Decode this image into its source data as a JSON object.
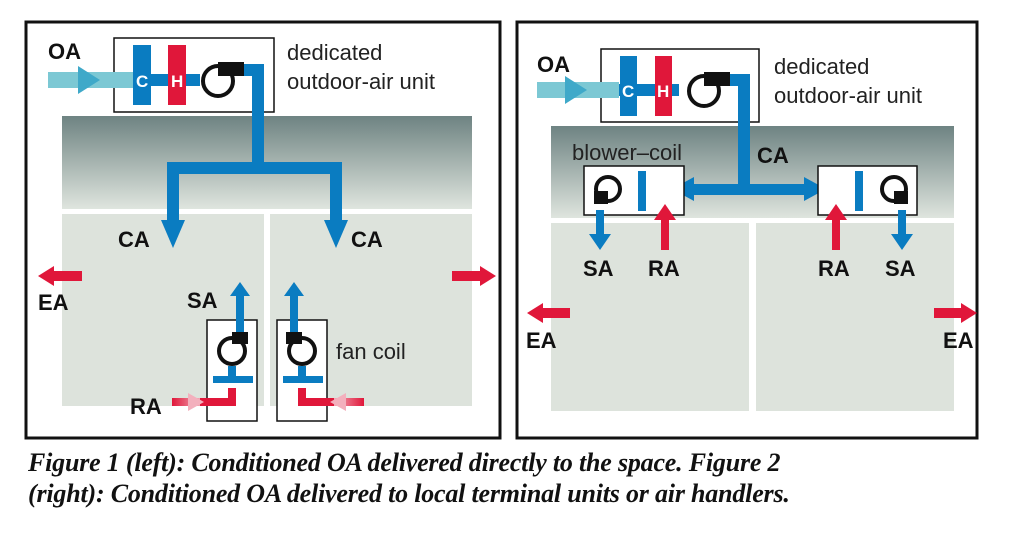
{
  "figure1": {
    "oa_label": "OA",
    "coil_c": "C",
    "coil_h": "H",
    "unit_label_line1": "dedicated",
    "unit_label_line2": "outdoor-air unit",
    "ca_left": "CA",
    "ca_right": "CA",
    "ea_label": "EA",
    "sa_label": "SA",
    "ra_label": "RA",
    "fan_coil_label": "fan coil"
  },
  "figure2": {
    "oa_label": "OA",
    "coil_c": "C",
    "coil_h": "H",
    "unit_label_line1": "dedicated",
    "unit_label_line2": "outdoor-air unit",
    "blower_coil_label": "blower–coil",
    "ca_label": "CA",
    "sa_left": "SA",
    "ra_left": "RA",
    "ra_right": "RA",
    "sa_right": "SA",
    "ea_left": "EA",
    "ea_right": "EA"
  },
  "caption": {
    "line1": "Figure 1 (left): Conditioned OA delivered directly to the space. Figure 2",
    "line2": "(right): Conditioned OA delivered to local terminal units or air handlers."
  },
  "colors": {
    "duct_blue": "#0a7cc1",
    "heat_red": "#e0173a",
    "oa_cyan": "#7cc8d4",
    "room_gray": "#dde3dc",
    "ceiling_dark": "#6e8382"
  }
}
